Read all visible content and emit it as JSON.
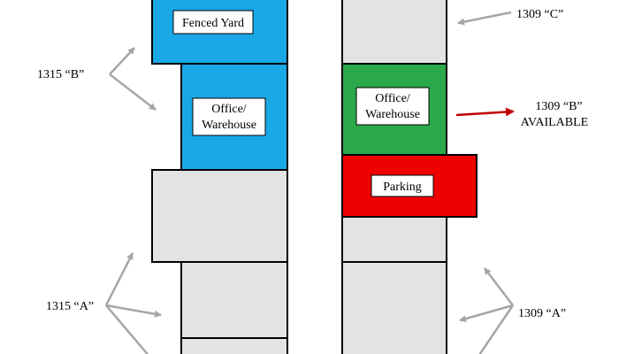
{
  "colors": {
    "blue": "#1aa7e6",
    "green": "#2aa84a",
    "red": "#ee0000",
    "grey": "#e3e3e3",
    "outline": "#000000",
    "pointer_grey": "#a6a6a6",
    "pointer_red": "#c00000"
  },
  "left_building": {
    "fenced_yard": "Fenced Yard",
    "office_line1": "Office/",
    "office_line2": "Warehouse"
  },
  "right_building": {
    "office_line1": "Office/",
    "office_line2": "Warehouse",
    "parking": "Parking"
  },
  "callouts": {
    "unit_1315_b": "1315 “B”",
    "unit_1315_a": "1315 “A”",
    "unit_1309_c": "1309 “C”",
    "unit_1309_b_line1": "1309 “B”",
    "unit_1309_b_line2": "AVAILABLE",
    "unit_1309_a": "1309 “A”"
  }
}
